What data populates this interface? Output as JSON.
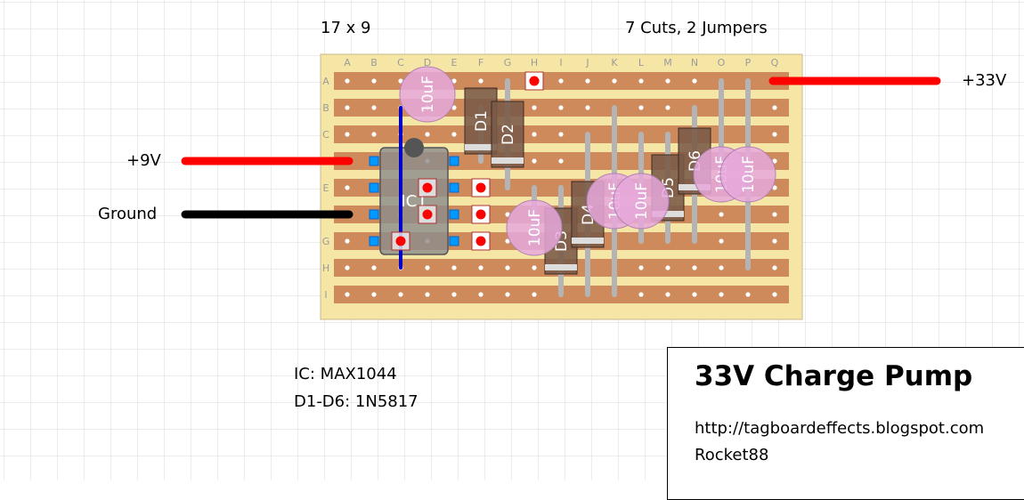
{
  "board": {
    "size": "17 x 9",
    "cuts_jumpers": "7 Cuts, 2 Jumpers",
    "columns": [
      "A",
      "B",
      "C",
      "D",
      "E",
      "F",
      "G",
      "H",
      "I",
      "J",
      "K",
      "L",
      "M",
      "N",
      "O",
      "P",
      "Q"
    ],
    "rows": [
      "A",
      "B",
      "C",
      "D",
      "E",
      "F",
      "G",
      "H",
      "I"
    ]
  },
  "wires": {
    "plus9v": "+9V",
    "ground": "Ground",
    "plus33v": "+33V"
  },
  "components": {
    "ic": "IC1",
    "diodes": [
      "D1",
      "D2",
      "D3",
      "D4",
      "D5",
      "D6"
    ],
    "capacitor_value": "10uF"
  },
  "notes": {
    "ic": "IC: MAX1044",
    "diodes": "D1-D6: 1N5817"
  },
  "info": {
    "title": "33V Charge Pump",
    "url": "http://tagboardeffects.blogspot.com",
    "author": "Rocket88"
  },
  "colors": {
    "board": "#f6e6a6",
    "strip": "#cf8a5c",
    "wire_positive": "#ff0000",
    "wire_ground": "#000000",
    "jumper": "#0000cc",
    "capacitor": "#e6a8dc",
    "diode_body": "#7a5a48",
    "cut_marker": "#ff0000"
  }
}
